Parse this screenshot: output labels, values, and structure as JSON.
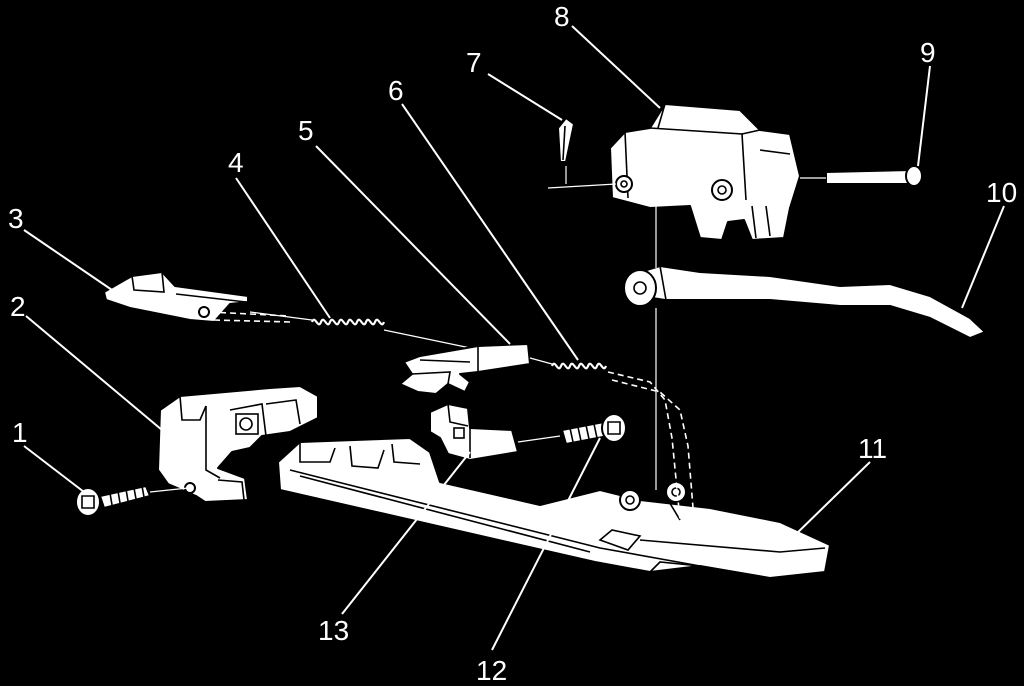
{
  "callouts": [
    {
      "id": "1",
      "label": "1"
    },
    {
      "id": "2",
      "label": "2"
    },
    {
      "id": "3",
      "label": "3"
    },
    {
      "id": "4",
      "label": "4"
    },
    {
      "id": "5",
      "label": "5"
    },
    {
      "id": "6",
      "label": "6"
    },
    {
      "id": "7",
      "label": "7"
    },
    {
      "id": "8",
      "label": "8"
    },
    {
      "id": "9",
      "label": "9"
    },
    {
      "id": "10",
      "label": "10"
    },
    {
      "id": "11",
      "label": "11"
    },
    {
      "id": "12",
      "label": "12"
    },
    {
      "id": "13",
      "label": "13"
    }
  ],
  "colors": {
    "background": "#000000",
    "linework": "#ffffff"
  }
}
